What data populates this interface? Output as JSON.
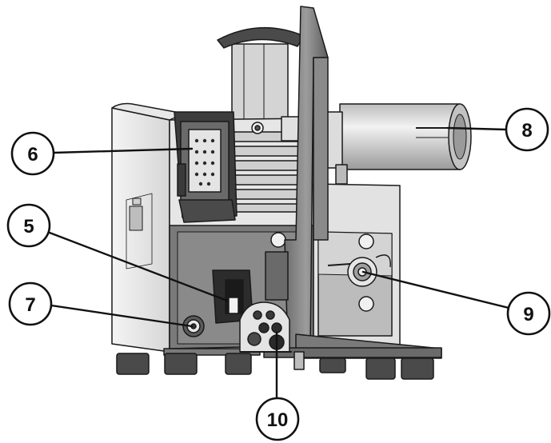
{
  "callouts": [
    {
      "id": "c6",
      "label": "6"
    },
    {
      "id": "c5",
      "label": "5"
    },
    {
      "id": "c7",
      "label": "7"
    },
    {
      "id": "c8",
      "label": "8"
    },
    {
      "id": "c9",
      "label": "9"
    },
    {
      "id": "c10",
      "label": "10"
    }
  ],
  "colors": {
    "outline": "#1a1a1a",
    "housing_light": "#ececec",
    "housing_mid": "#c8c8c8",
    "housing_dark": "#8c8c8c",
    "panel_dark": "#5a5a5a"
  }
}
